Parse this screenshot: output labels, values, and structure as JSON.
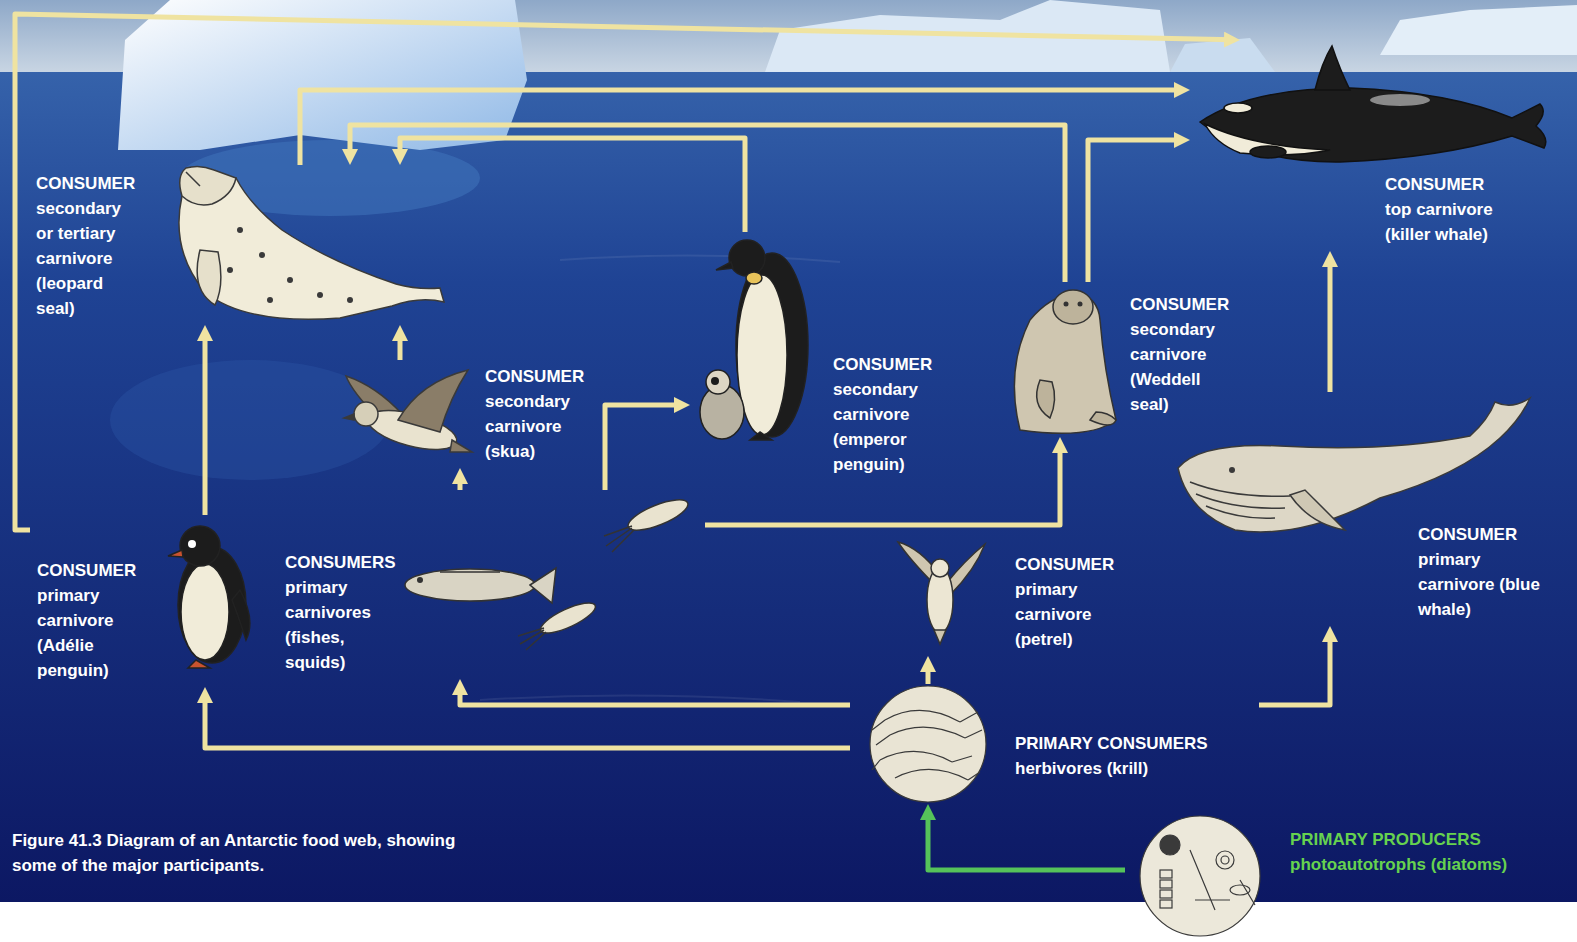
{
  "diagram": {
    "caption": "Figure 41.3 Diagram of an Antarctic food web, showing some of the major participants.",
    "nodes": [
      {
        "text": [
          "CONSUMER",
          "secondary or tertiary carnivore (leopard seal)"
        ]
      },
      {
        "text": [
          "CONSUMER",
          "top carnivore (killer whale)"
        ]
      },
      {
        "text": [
          "CONSUMER",
          "secondary carnivore (skua)"
        ]
      },
      {
        "text": [
          "CONSUMER",
          "secondary carnivore (emperor penguin)"
        ]
      },
      {
        "text": [
          "CONSUMER",
          "secondary carnivore (Weddell seal)"
        ]
      },
      {
        "text": [
          "CONSUMER",
          "primary carnivore (blue whale)"
        ]
      },
      {
        "text": [
          "CONSUMER",
          "primary carnivore (Adélie penguin)"
        ]
      },
      {
        "text": [
          "CONSUMERS",
          "primary carnivores (fishes, squids)"
        ]
      },
      {
        "text": [
          "CONSUMER",
          "primary carnivore (petrel)"
        ]
      },
      {
        "text": [
          "PRIMARY CONSUMERS",
          "herbivores (krill)"
        ]
      },
      {
        "text": [
          "PRIMARY PRODUCERS",
          "photoautotrophs (diatoms)"
        ]
      }
    ],
    "edges": [
      {
        "from": 6,
        "to": 1,
        "arrow": "to"
      },
      {
        "from": 6,
        "to": 0,
        "arrow": "to"
      },
      {
        "from": 0,
        "to": 1,
        "arrow": "to"
      },
      {
        "from": 4,
        "to": 0,
        "arrow": "to"
      },
      {
        "from": 4,
        "to": 1,
        "arrow": "to"
      },
      {
        "from": 3,
        "to": 0,
        "arrow": "to"
      },
      {
        "from": 2,
        "to": 0,
        "arrow": "to"
      },
      {
        "from": 7,
        "to": 2,
        "arrow": "to"
      },
      {
        "from": 7,
        "to": 3,
        "arrow": "to"
      },
      {
        "from": 7,
        "to": 4,
        "arrow": "to"
      },
      {
        "from": 5,
        "to": 1,
        "arrow": "to"
      },
      {
        "from": 9,
        "to": 7,
        "arrow": "to"
      },
      {
        "from": 9,
        "to": 8,
        "arrow": "to"
      },
      {
        "from": 9,
        "to": 5,
        "arrow": "to"
      },
      {
        "from": 9,
        "to": 6,
        "arrow": "to"
      },
      {
        "from": 10,
        "to": 9,
        "arrow": "to"
      }
    ]
  }
}
